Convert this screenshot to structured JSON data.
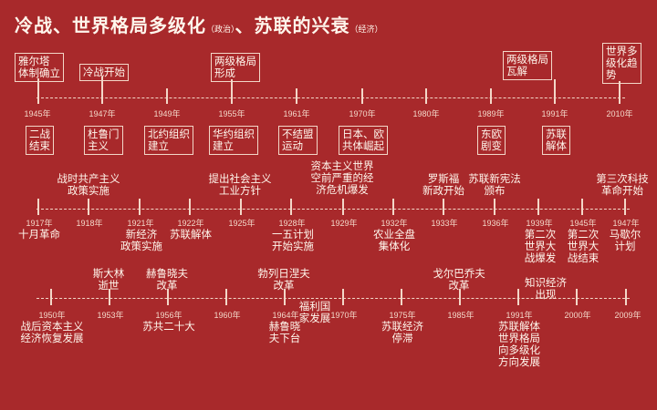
{
  "title": {
    "main1": "冷战、世界格局多级化",
    "sub1": "（政治）",
    "main2": "、苏联的兴衰",
    "sub2": "（经济）"
  },
  "colors": {
    "background": "#a8292b",
    "line": "#f3d7c8",
    "text": "#fff6ec"
  },
  "timeline1": {
    "years": [
      "1945年",
      "1947年",
      "1949年",
      "1955年",
      "1961年",
      "1970年",
      "1980年",
      "1989年",
      "1991年",
      "2010年"
    ],
    "above": [
      {
        "year": "1945年",
        "text": "雅尔塔\n体制确立"
      },
      {
        "year": "1947年",
        "text": "冷战开始"
      },
      {
        "year": "1955年",
        "text": "两级格局\n形成"
      },
      {
        "year": "1989年",
        "text": "两级格局\n瓦解"
      },
      {
        "year": "2010年",
        "text": "世界多\n级化趋\n势"
      }
    ],
    "below": [
      {
        "year": "1945年",
        "text": "二战\n结束"
      },
      {
        "year": "1947年",
        "text": "杜鲁门\n主义"
      },
      {
        "year": "1949年",
        "text": "北约组织\n建立"
      },
      {
        "year": "1955年",
        "text": "华约组织\n建立"
      },
      {
        "year": "1961年",
        "text": "不结盟\n运动"
      },
      {
        "year": "1970年",
        "text": "日本、欧\n共体崛起"
      },
      {
        "year": "1989年",
        "text": "东欧\n剧变"
      },
      {
        "year": "1991年",
        "text": "苏联\n解体"
      }
    ]
  },
  "timeline2": {
    "years": [
      "1917年",
      "1918年",
      "1921年",
      "1922年",
      "1925年",
      "1928年",
      "1929年",
      "1932年",
      "1933年",
      "1936年",
      "1939年",
      "1945年",
      "1947年"
    ],
    "above": [
      {
        "year": "1918年",
        "text": "战时共产主义\n政策实施"
      },
      {
        "year": "1925年",
        "text": "提出社会主义\n工业方针"
      },
      {
        "year": "1929年",
        "text": "资本主义世界\n空前严重的经\n济危机爆发"
      },
      {
        "year": "1933年",
        "text": "罗斯福\n新政开始"
      },
      {
        "year": "1936年",
        "text": "苏联新宪法\n颁布"
      },
      {
        "year": "1947年",
        "text": "第三次科技\n革命开始"
      }
    ],
    "below": [
      {
        "year": "1917年",
        "text": "十月革命"
      },
      {
        "year": "1921年",
        "text": "新经济\n政策实施"
      },
      {
        "year": "1922年",
        "text": "苏联解体"
      },
      {
        "year": "1928年",
        "text": "一五计划\n开始实施"
      },
      {
        "year": "1932年",
        "text": "农业全盘\n集体化"
      },
      {
        "year": "1939年",
        "text": "第二次\n世界大\n战爆发"
      },
      {
        "year": "1945年",
        "text": "第二次\n世界大\n战结束"
      },
      {
        "year": "1947年",
        "text": "马歇尔\n计划"
      }
    ]
  },
  "timeline3": {
    "years": [
      "1950年",
      "1953年",
      "1956年",
      "1960年",
      "1964年",
      "1970年",
      "1975年",
      "1985年",
      "1991年",
      "2000年",
      "2009年"
    ],
    "above": [
      {
        "year": "1953年",
        "text": "斯大林\n逝世"
      },
      {
        "year": "1956年",
        "text": "赫鲁晓夫\n改革"
      },
      {
        "year": "1964年",
        "text": "勃列日涅夫\n改革"
      },
      {
        "year": "1985年",
        "text": "戈尔巴乔夫\n改革"
      },
      {
        "year": "1991年",
        "text": "知识经济\n出现"
      }
    ],
    "between": [
      {
        "text": "福利国\n家发展"
      }
    ],
    "below": [
      {
        "year": "1950年",
        "text": "战后资本主义\n经济恢复发展"
      },
      {
        "year": "1956年",
        "text": "苏共二十大"
      },
      {
        "year": "1964年",
        "text": "赫鲁晓\n夫下台"
      },
      {
        "year": "1975年",
        "text": "苏联经济\n停滞"
      },
      {
        "year": "1991年",
        "text": "苏联解体\n世界格局\n向多级化\n方向发展"
      }
    ]
  }
}
